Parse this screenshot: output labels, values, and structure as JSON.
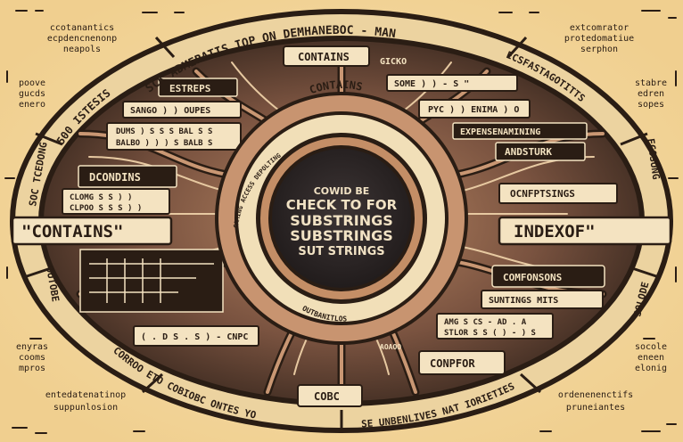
{
  "corner_text": {
    "top_left": [
      "ccotanantics",
      "ecpdencnenonp",
      "neapols"
    ],
    "top_right": [
      "extcomrator",
      "protedomatiue",
      "serphon"
    ],
    "mid_left": [
      "poove",
      "gucds",
      "enero"
    ],
    "mid_right": [
      "stabre",
      "edren",
      "sopes"
    ],
    "bottom_left": [
      "enyras",
      "cooms",
      "mpros"
    ],
    "bottom_right": [
      "socole",
      "eneen",
      "elonig"
    ],
    "footer_left": [
      "entedatenatinop",
      "suppunlosion"
    ],
    "footer_right": [
      "ordenenenctifs",
      "pruneiantes"
    ]
  },
  "ring_text": {
    "top": "SCK ADMERATIS IOP  ON DEMHANEBOC - MAN",
    "top_left": "500 ISTESIS",
    "top_right": "ECSFASTAGOTITTS",
    "left": "SOC TCEDONG",
    "right": "ECOSUNG",
    "lower_left": "OUTOBE",
    "lower_right": "SOLODE",
    "bottom_left": "CORROO ETO COBIOBC ONTES YO",
    "bottom_right": "SE UNBENLIVES NAT IORIETIES"
  },
  "side_labels": {
    "left": "\"CONTAINS\"",
    "right": "INDEXOF\""
  },
  "code_labels": {
    "top_contains": "CONTAINS",
    "estreps": "ESTREPS",
    "sango": "SANGO ) ) OUPES",
    "dums": [
      "DUMS ) S S S  BAL S S",
      "BALBO ) ) ) S  BALB S"
    ],
    "dcondins": "DCONDINS",
    "clomg": [
      "CLOMG S S ) )",
      "CLPOO S S S ) )"
    ],
    "gicko": "GICKO",
    "some": "SOME ) ) - S \"",
    "pyc": "PYC ) ) ENIMA ) O",
    "expens": "EXPENSENAMINING",
    "andsturk": "ANDSTURK",
    "ocnfptsings": "OCNFPTSINGS",
    "comfonsons": "COMFONSONS",
    "suntings": "SUNTINGS MITS",
    "amgs": [
      "AMG S CS - AD . A",
      "STLOR S S  ( ) - ) S"
    ],
    "cds": "( . D S . S ) - CNPC",
    "conpfor": "CONPFOR",
    "cobc": "COBC",
    "aoaoo": "AOAOO"
  },
  "medallion": {
    "arc_top": "CONTAINS",
    "arc_side": "CAMING ACCESS DEPOLTING",
    "arc_bottom": "OUTBANITLOS",
    "line1": "COWID BE",
    "line2": "CHECK TO FOR",
    "line3": "SUBSTRINGS",
    "line4": "SUBSTRINGS",
    "line5": "SUT STRINGS"
  },
  "colors": {
    "background": "#f3d9a4",
    "ink": "#2a1d14",
    "copper": "#a86a45",
    "ring": "#e9cf9c",
    "panel": "#6b4a38"
  }
}
